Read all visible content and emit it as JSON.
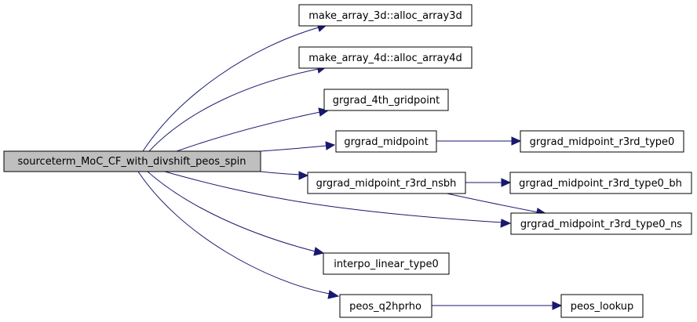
{
  "graph": {
    "root": {
      "label": "sourceterm_MoC_CF_with_divshift_peos_spin"
    },
    "nodes": {
      "alloc_array3d": {
        "label": "make_array_3d::alloc_array3d"
      },
      "alloc_array4d": {
        "label": "make_array_4d::alloc_array4d"
      },
      "grgrad_4th_gridpoint": {
        "label": "grgrad_4th_gridpoint"
      },
      "grgrad_midpoint": {
        "label": "grgrad_midpoint"
      },
      "grgrad_midpoint_r3rd_type0": {
        "label": "grgrad_midpoint_r3rd_type0"
      },
      "grgrad_midpoint_r3rd_nsbh": {
        "label": "grgrad_midpoint_r3rd_nsbh"
      },
      "grgrad_midpoint_r3rd_type0_bh": {
        "label": "grgrad_midpoint_r3rd_type0_bh"
      },
      "grgrad_midpoint_r3rd_type0_ns": {
        "label": "grgrad_midpoint_r3rd_type0_ns"
      },
      "interpo_linear_type0": {
        "label": "interpo_linear_type0"
      },
      "peos_q2hprho": {
        "label": "peos_q2hprho"
      },
      "peos_lookup": {
        "label": "peos_lookup"
      }
    },
    "edges": [
      {
        "from": "root",
        "to": "alloc_array3d"
      },
      {
        "from": "root",
        "to": "alloc_array4d"
      },
      {
        "from": "root",
        "to": "grgrad_4th_gridpoint"
      },
      {
        "from": "root",
        "to": "grgrad_midpoint"
      },
      {
        "from": "root",
        "to": "grgrad_midpoint_r3rd_nsbh"
      },
      {
        "from": "root",
        "to": "grgrad_midpoint_r3rd_type0_ns"
      },
      {
        "from": "root",
        "to": "interpo_linear_type0"
      },
      {
        "from": "root",
        "to": "peos_q2hprho"
      },
      {
        "from": "grgrad_midpoint",
        "to": "grgrad_midpoint_r3rd_type0"
      },
      {
        "from": "grgrad_midpoint_r3rd_nsbh",
        "to": "grgrad_midpoint_r3rd_type0_bh"
      },
      {
        "from": "grgrad_midpoint_r3rd_nsbh",
        "to": "grgrad_midpoint_r3rd_type0_ns"
      },
      {
        "from": "peos_q2hprho",
        "to": "peos_lookup"
      }
    ],
    "colors": {
      "edge": "#191970",
      "root_fill": "#bfbfbf",
      "node_fill": "#ffffff",
      "node_border": "#000000"
    }
  }
}
